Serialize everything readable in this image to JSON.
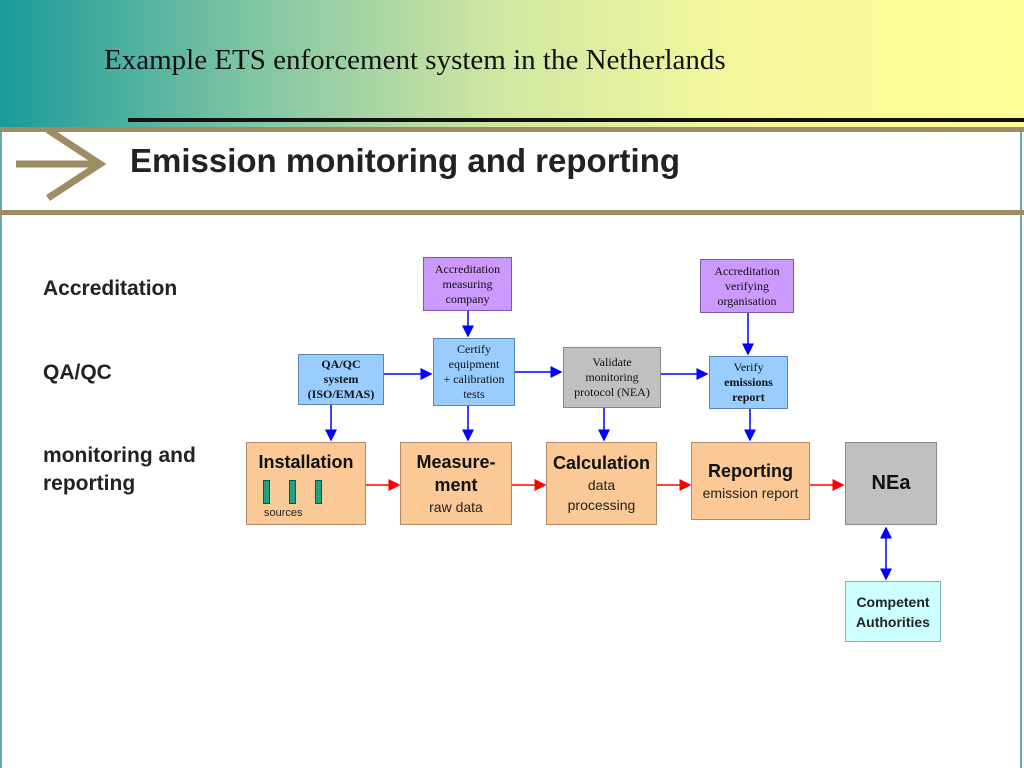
{
  "slide": {
    "title": "Example ETS enforcement system in the Netherlands",
    "section_title": "Emission monitoring and reporting"
  },
  "rows": {
    "accreditation": "Accreditation",
    "qa_qc": "QA/QC",
    "monitoring_1": "monitoring and",
    "monitoring_2": "reporting"
  },
  "boxes": {
    "accr_measuring": {
      "l1": "Accreditation",
      "l2": "measuring",
      "l3": "company"
    },
    "accr_verifying": {
      "l1": "Accreditation",
      "l2": "verifying",
      "l3": "organisation"
    },
    "qaqc_system": {
      "l1": "QA/QC",
      "l2": "system",
      "l3": "(ISO/EMAS)"
    },
    "certify": {
      "l1": "Certify",
      "l2": "equipment",
      "l3": "+ calibration",
      "l4": "tests"
    },
    "validate": {
      "l1": "Validate",
      "l2": "monitoring",
      "l3": "protocol (NEA)"
    },
    "verify": {
      "l1": "Verify",
      "l2": "emissions",
      "l3": "report"
    },
    "installation": {
      "title": "Installation",
      "sub": "sources"
    },
    "measurement": {
      "t1": "Measure-",
      "t2": "ment",
      "sub": "raw data"
    },
    "calculation": {
      "title": "Calculation",
      "sub1": "data",
      "sub2": "processing"
    },
    "reporting": {
      "title": "Reporting",
      "sub": "emission report"
    },
    "nea": {
      "title": "NEa"
    },
    "competent": {
      "l1": "Competent",
      "l2": "Authorities"
    }
  },
  "colors": {
    "header_gradient_start": "#1a9a9a",
    "header_gradient_end": "#ffff99",
    "purple_box": "#cc99ff",
    "blue_box": "#99ccff",
    "grey_box": "#c0c0c0",
    "orange_box": "#fac995",
    "cyan_box": "#ccffff",
    "blue_arrow": "#0000ff",
    "red_arrow": "#ff0000"
  }
}
